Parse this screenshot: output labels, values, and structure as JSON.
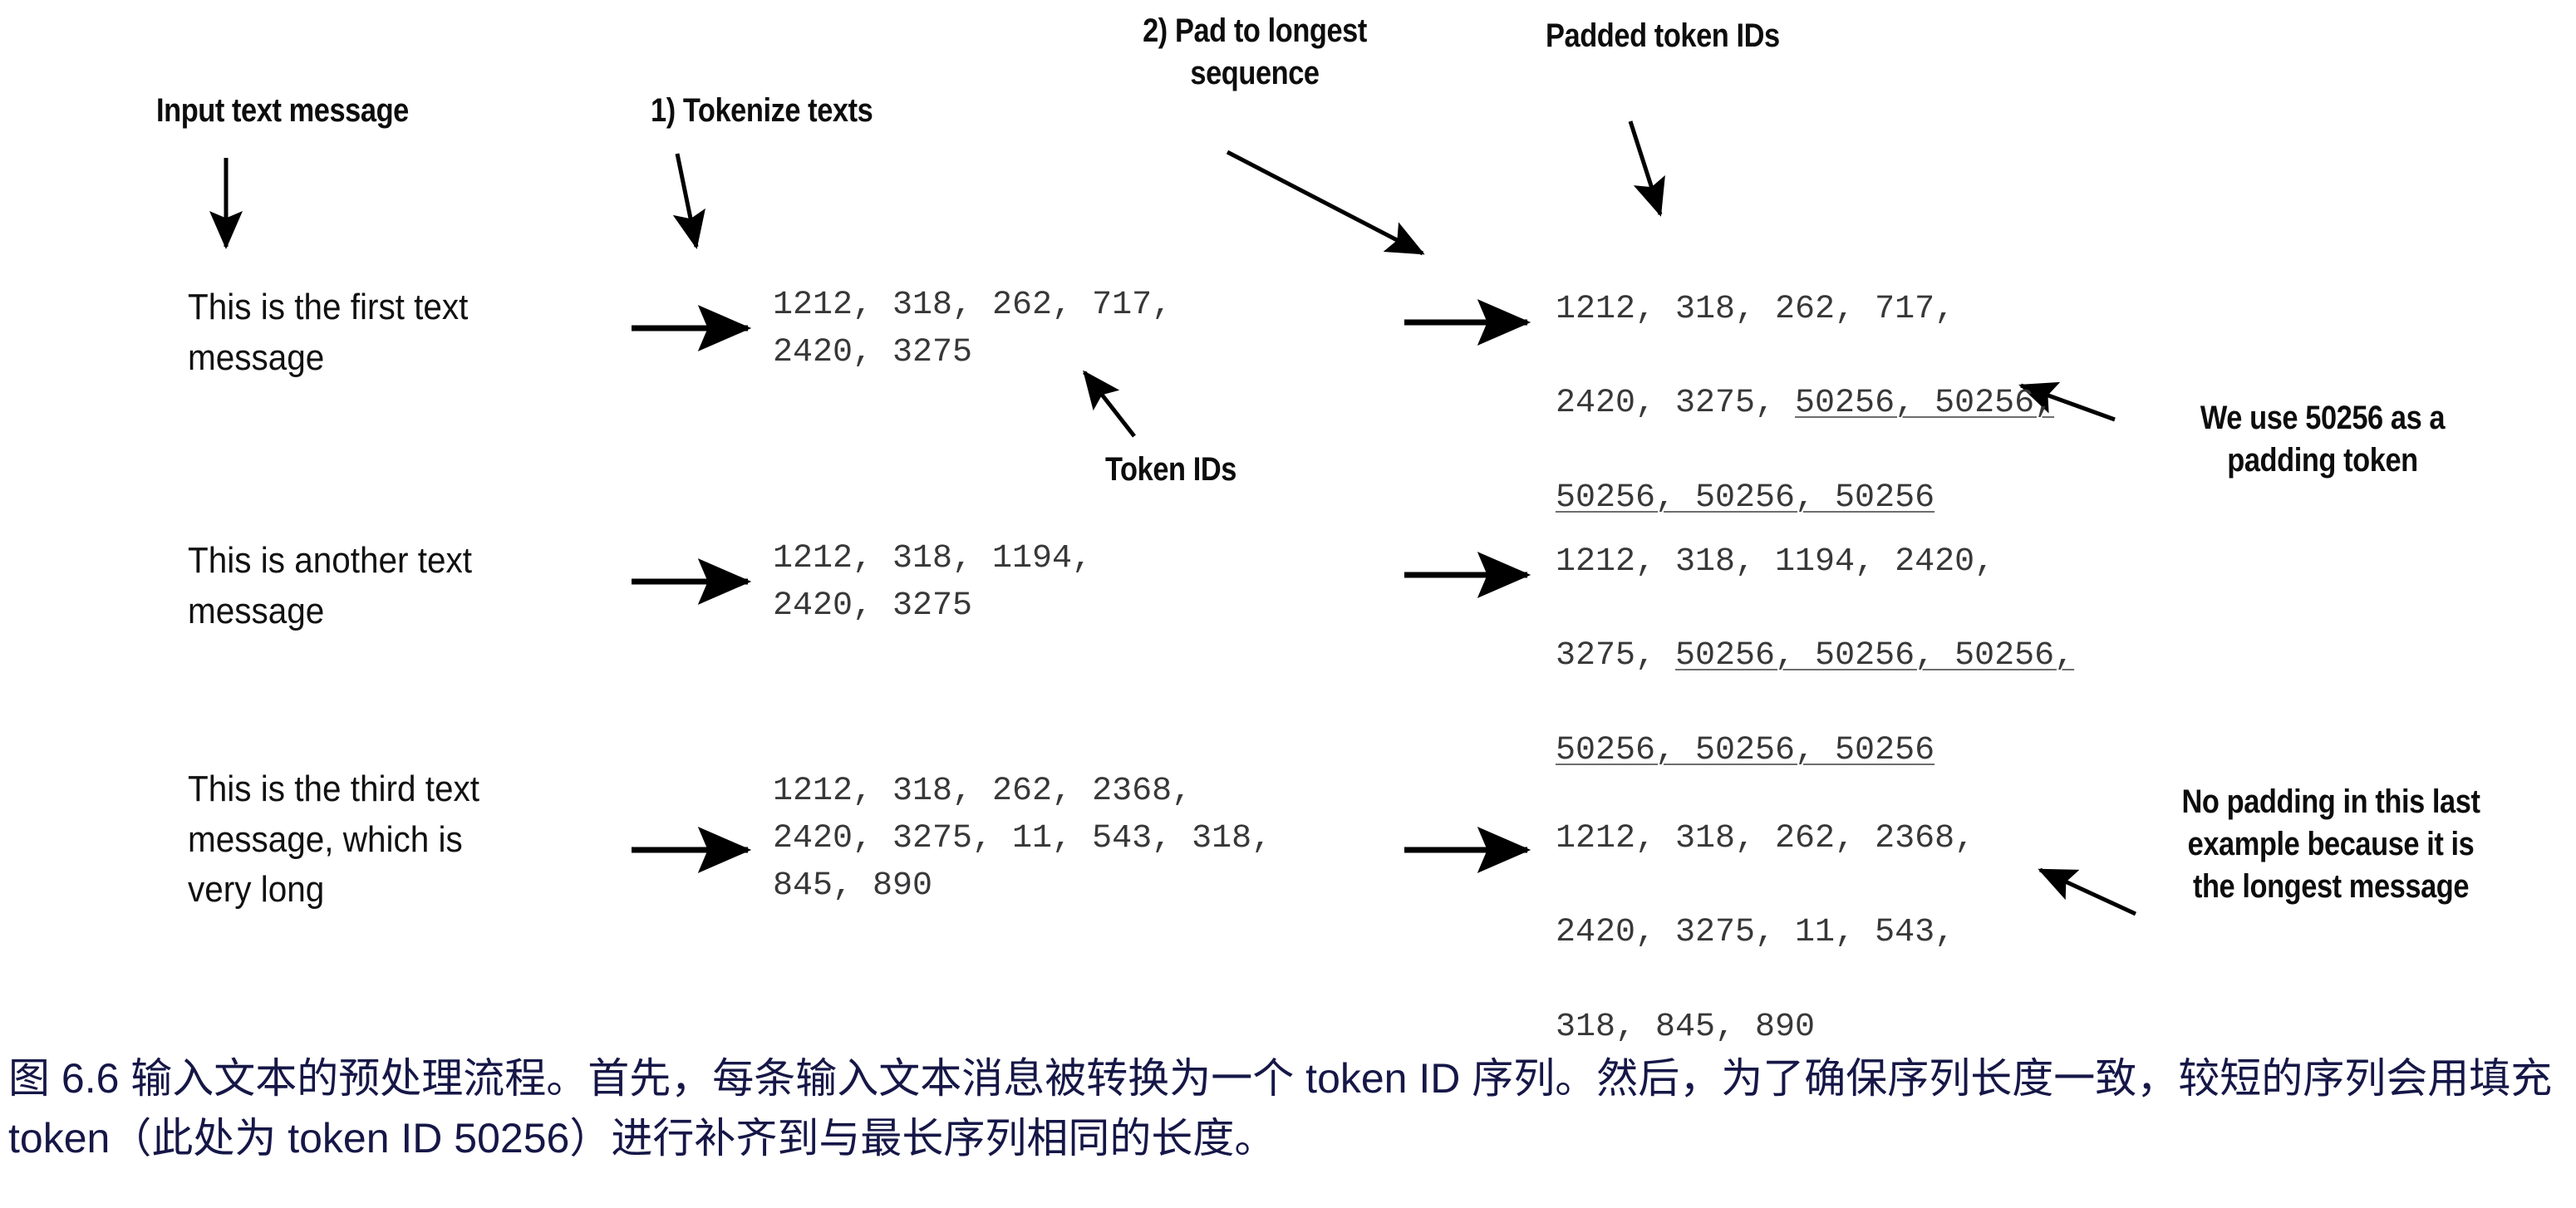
{
  "figure": {
    "annotations": {
      "input_text_message": "Input text message",
      "tokenize_step": "1) Tokenize texts",
      "pad_step": "2) Pad to longest\nsequence",
      "padded_token_ids": "Padded token IDs",
      "token_ids": "Token IDs",
      "padding_note": "We use 50256 as a\npadding token",
      "no_padding_note": "No padding in this last\nexample because it is\nthe longest message"
    },
    "rows": [
      {
        "message": "This is the first text\nmessage",
        "token_ids": "1212, 318, 262, 717,\n2420, 3275",
        "padded_prefix_line1": "1212, 318, 262, 717,",
        "padded_prefix_line2": "2420, 3275, ",
        "padded_pad_line2": "50256, 50256,",
        "padded_pad_line3": "50256, 50256, 50256"
      },
      {
        "message": "This is another text\nmessage",
        "token_ids": "1212, 318, 1194,\n2420, 3275",
        "padded_prefix_line1": "1212, 318, 1194, 2420,",
        "padded_prefix_line2": "3275, ",
        "padded_pad_line2": "50256, 50256, 50256,",
        "padded_pad_line3": "50256, 50256, 50256"
      },
      {
        "message": "This is the third text\nmessage, which is\nvery long",
        "token_ids": "1212, 318, 262, 2368,\n2420, 3275, 11, 543, 318,\n845, 890",
        "padded_prefix_line1": "1212, 318, 262, 2368,",
        "padded_prefix_line2": "2420, 3275, 11, 543,",
        "padded_pad_line2": "",
        "padded_pad_line3": "318, 845, 890"
      }
    ],
    "caption": "图 6.6 输入文本的预处理流程。首先，每条输入文本消息被转换为一个 token ID 序列。然后，为了确保序列长度一致，较短的序列会用填充 token（此处为 token ID 50256）进行补齐到与最长序列相同的长度。",
    "colors": {
      "caption_text": "#161747",
      "label_text": "#0d0d0d",
      "token_text": "#38383a",
      "arrow": "#000000",
      "background": "#ffffff"
    }
  }
}
